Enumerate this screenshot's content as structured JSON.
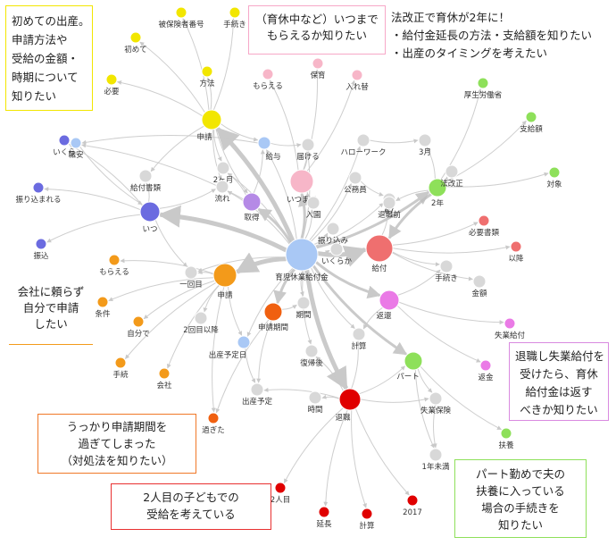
{
  "colors": {
    "edge": "#c9c9c9",
    "yellow": "#f2e600",
    "blue": "#6b6be0",
    "orange": "#f39a1a",
    "red": "#e00000",
    "green": "#8ee05a",
    "pink": "#f7b6c8",
    "purple": "#b58ae6",
    "gray": "#d8d8d8",
    "sky": "#a9c8f5",
    "magenta": "#ea7ae6",
    "salmon": "#ef6f6f",
    "darkorange": "#f06010"
  },
  "notes": [
    {
      "id": "note-first-birth",
      "lines": [
        "初めての出産。",
        "申請方法や",
        "受給の金額・",
        "時期について",
        "知りたい"
      ],
      "border": "#f2e600",
      "align": "left"
    },
    {
      "id": "note-childcare-duration",
      "lines": [
        "（育休中など）いつまで",
        "もらえるか知りたい"
      ],
      "border": "#f7a8c8",
      "align": "center"
    },
    {
      "id": "note-law-revision",
      "lines": [
        "法改正で育休が2年に！",
        "・給付金延長の方法・支給額を知りたい",
        "・出産のタイミングを考えたい"
      ],
      "border": "#8ee05a",
      "align": "left"
    },
    {
      "id": "note-self-apply",
      "lines": [
        "会社に頼らず",
        "自分で申請",
        "したい"
      ],
      "border": "#f39a1a",
      "align": "center"
    },
    {
      "id": "note-unemployment",
      "lines": [
        "退職し失業給付を",
        "受けたら、育休",
        "給付金は返す",
        "べきか知りたい"
      ],
      "border": "#d98ae0",
      "align": "center"
    },
    {
      "id": "note-missed-deadline",
      "lines": [
        "うっかり申請期間を",
        "過ぎてしまった",
        "（対処法を知りたい）"
      ],
      "border": "#f07828",
      "align": "center"
    },
    {
      "id": "note-second-child",
      "lines": [
        "2人目の子どもでの",
        "受給を考えている"
      ],
      "border": "#e83030",
      "align": "center"
    },
    {
      "id": "note-part-time",
      "lines": [
        "パート勤めで夫の",
        "扶養に入っている",
        "場合の手続きを",
        "知りたい"
      ],
      "border": "#8ee05a",
      "align": "center"
    }
  ],
  "graph": {
    "nodes": [
      {
        "id": "hub",
        "label": "育児休業給付金",
        "color": "sky"
      },
      {
        "id": "shinsei",
        "label": "申請",
        "color": "yellow"
      },
      {
        "id": "itsu",
        "label": "いつ",
        "color": "blue"
      },
      {
        "id": "shinsei2",
        "label": "申請",
        "color": "orange"
      },
      {
        "id": "taishoku",
        "label": "退職",
        "color": "red"
      },
      {
        "id": "kyuka2",
        "label": "2年",
        "color": "green"
      },
      {
        "id": "itsumade",
        "label": "いつまで",
        "color": "pink"
      },
      {
        "id": "kyuufu",
        "label": "給付",
        "color": "salmon"
      },
      {
        "id": "hensai",
        "label": "返還",
        "color": "magenta"
      },
      {
        "id": "kikan",
        "label": "申請期間",
        "color": "darkorange"
      },
      {
        "id": "paato",
        "label": "パート",
        "color": "green"
      },
      {
        "id": "shutoku",
        "label": "取得",
        "color": "purple"
      },
      {
        "id": "kyuyo",
        "label": "給与",
        "color": "sky"
      },
      {
        "id": "shussanji",
        "label": "出産予定日",
        "color": "sky"
      },
      {
        "id": "y1",
        "label": "初めて",
        "color": "yellow"
      },
      {
        "id": "y2",
        "label": "被保険者番号",
        "color": "yellow"
      },
      {
        "id": "y3",
        "label": "手続き",
        "color": "yellow"
      },
      {
        "id": "y4",
        "label": "必要",
        "color": "yellow"
      },
      {
        "id": "y5",
        "label": "方法",
        "color": "yellow"
      },
      {
        "id": "b1",
        "label": "いくら",
        "color": "blue"
      },
      {
        "id": "b2",
        "label": "振り込まれる",
        "color": "blue"
      },
      {
        "id": "b3",
        "label": "振込",
        "color": "blue"
      },
      {
        "id": "o1",
        "label": "もらえる",
        "color": "orange"
      },
      {
        "id": "o2",
        "label": "条件",
        "color": "orange"
      },
      {
        "id": "o3",
        "label": "自分で",
        "color": "orange"
      },
      {
        "id": "o4",
        "label": "手続",
        "color": "orange"
      },
      {
        "id": "o5",
        "label": "会社",
        "color": "orange"
      },
      {
        "id": "r1",
        "label": "2人目",
        "color": "red"
      },
      {
        "id": "r2",
        "label": "延長",
        "color": "red"
      },
      {
        "id": "r3",
        "label": "2017",
        "color": "red"
      },
      {
        "id": "r4",
        "label": "計算",
        "color": "red"
      },
      {
        "id": "g1",
        "label": "厚生労働省",
        "color": "green"
      },
      {
        "id": "g2",
        "label": "支給額",
        "color": "green"
      },
      {
        "id": "g3",
        "label": "対象",
        "color": "green"
      },
      {
        "id": "g4",
        "label": "扶養",
        "color": "green"
      },
      {
        "id": "p1",
        "label": "もらえる",
        "color": "pink"
      },
      {
        "id": "p2",
        "label": "保育",
        "color": "pink"
      },
      {
        "id": "p3",
        "label": "入れ替",
        "color": "pink"
      },
      {
        "id": "s1",
        "label": "必要書類",
        "color": "salmon"
      },
      {
        "id": "s2",
        "label": "以降",
        "color": "salmon"
      },
      {
        "id": "m1",
        "label": "失業給付",
        "color": "magenta"
      },
      {
        "id": "m2",
        "label": "返金",
        "color": "magenta"
      },
      {
        "id": "q1",
        "label": "過ぎた",
        "color": "darkorange"
      },
      {
        "id": "k1",
        "label": "職安",
        "color": "sky"
      },
      {
        "id": "g_a",
        "label": "2ヶ月",
        "color": "gray"
      },
      {
        "id": "g_b",
        "label": "給付書類",
        "color": "gray"
      },
      {
        "id": "g_c",
        "label": "流れ",
        "color": "gray"
      },
      {
        "id": "g_d",
        "label": "届ける",
        "color": "gray"
      },
      {
        "id": "g_e",
        "label": "3月",
        "color": "gray"
      },
      {
        "id": "g_f",
        "label": "ハローワーク",
        "color": "gray"
      },
      {
        "id": "g_g",
        "label": "公務員",
        "color": "gray"
      },
      {
        "id": "g_h",
        "label": "67",
        "color": "gray"
      },
      {
        "id": "g_i",
        "label": "法改正",
        "color": "gray"
      },
      {
        "id": "g_j",
        "label": "入園",
        "color": "gray"
      },
      {
        "id": "g_k",
        "label": "一回目",
        "color": "gray"
      },
      {
        "id": "g_l",
        "label": "2回目以降",
        "color": "gray"
      },
      {
        "id": "g_m",
        "label": "期間",
        "color": "gray"
      },
      {
        "id": "g_n",
        "label": "金額",
        "color": "gray"
      },
      {
        "id": "g_o",
        "label": "手続き",
        "color": "gray"
      },
      {
        "id": "g_p",
        "label": "振り込み",
        "color": "gray"
      },
      {
        "id": "g_q",
        "label": "復帰後",
        "color": "gray"
      },
      {
        "id": "g_r",
        "label": "時間",
        "color": "gray"
      },
      {
        "id": "g_s",
        "label": "失業保険",
        "color": "gray"
      },
      {
        "id": "g_t",
        "label": "1年未満",
        "color": "gray"
      },
      {
        "id": "g_u",
        "label": "計算",
        "color": "gray"
      },
      {
        "id": "g_v",
        "label": "出産予定",
        "color": "gray"
      },
      {
        "id": "g_w",
        "label": "退職前",
        "color": "gray"
      },
      {
        "id": "g_x",
        "label": "いくらか",
        "color": "gray"
      }
    ]
  }
}
